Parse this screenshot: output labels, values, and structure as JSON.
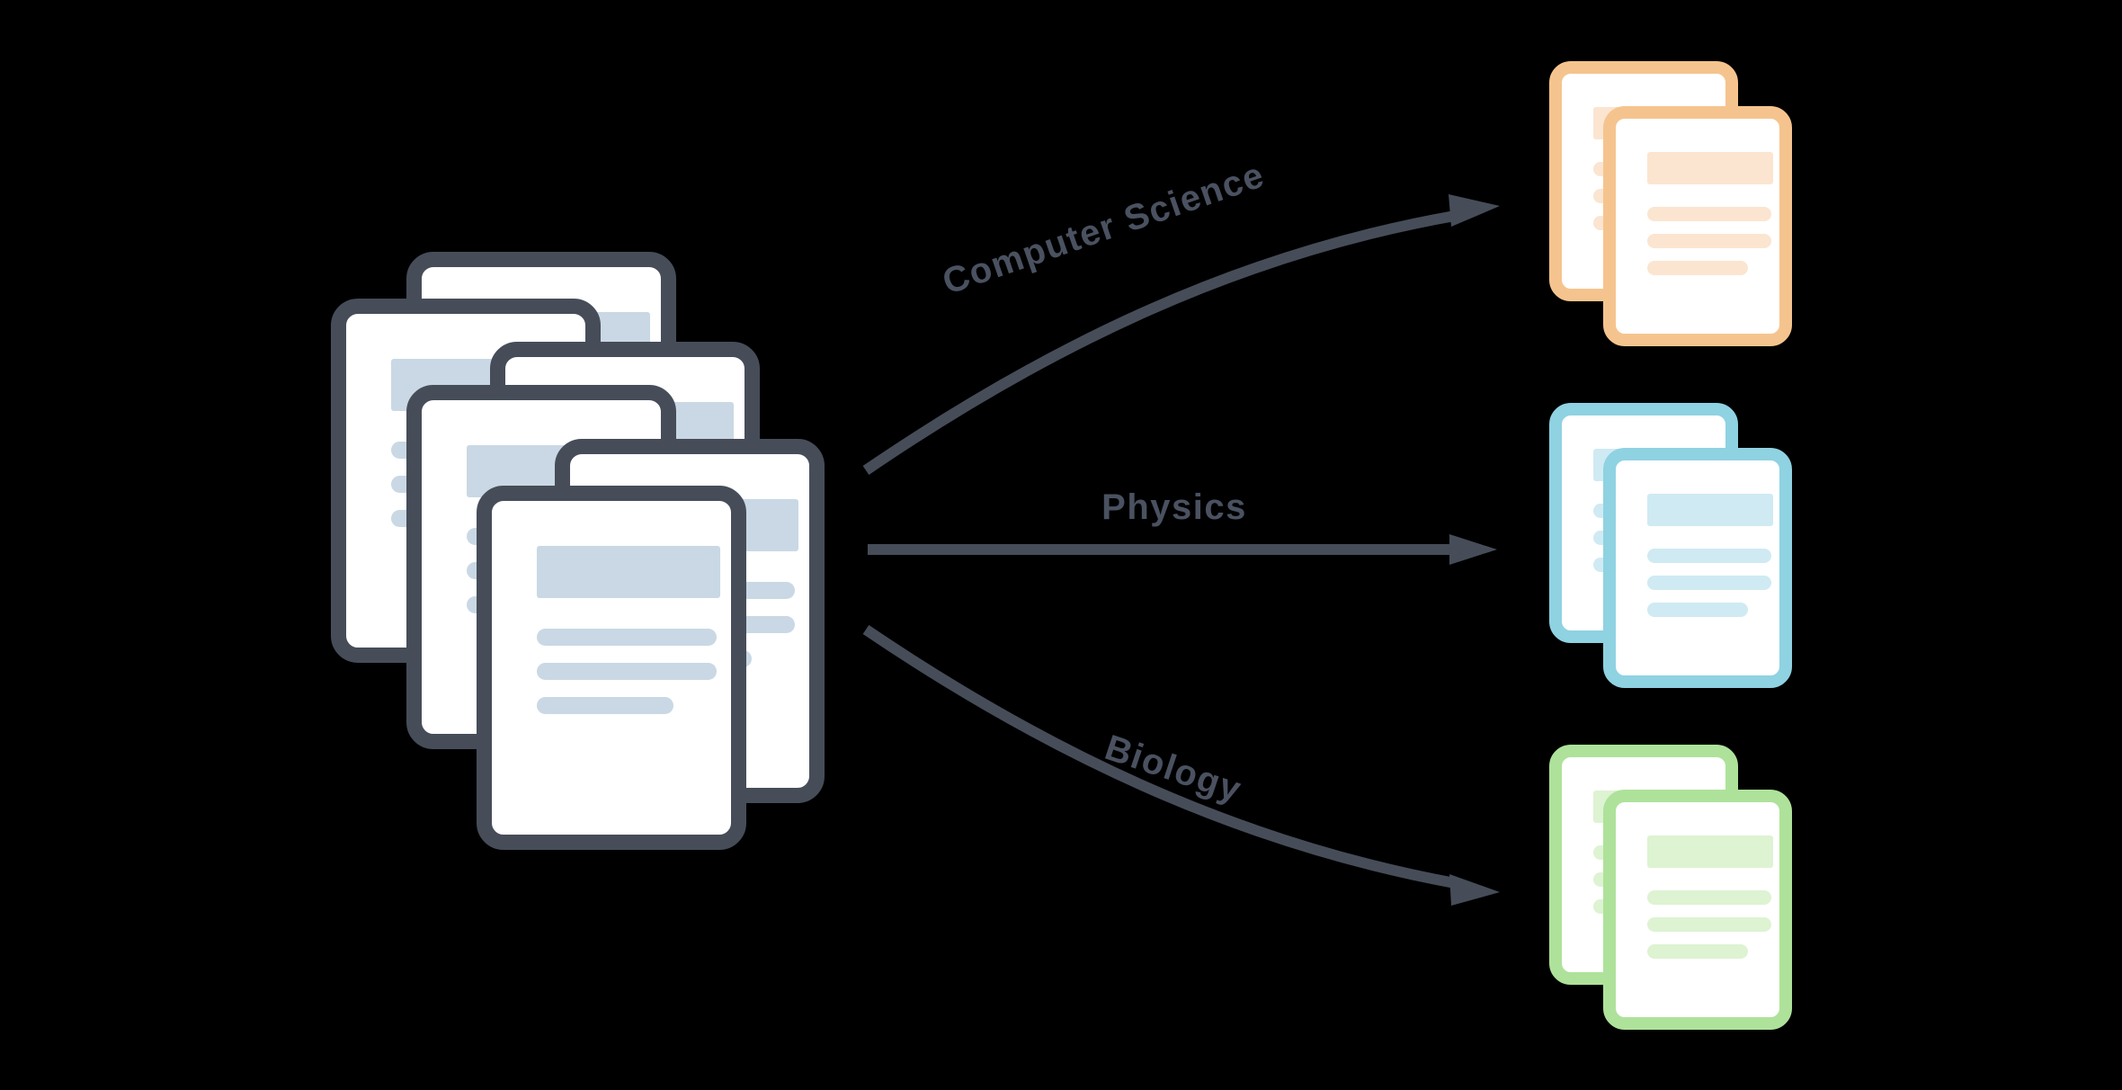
{
  "diagram": {
    "background_color": "#000000",
    "arrow_color": "#464D59",
    "label_color": "#4A5160",
    "source": {
      "icon": "document-stack-icon",
      "document_count": 6,
      "border_color": "#464D59",
      "content_color": "#C9D8E4",
      "fill_color": "#FFFFFF"
    },
    "branches": [
      {
        "label": "Computer Science",
        "arrow_shape": "curve-up",
        "icon": "document-pair-icon",
        "document_count": 2,
        "border_color": "#F5C48E",
        "content_color": "#FBE5D0",
        "fill_color": "#FFFFFF"
      },
      {
        "label": "Physics",
        "arrow_shape": "straight",
        "icon": "document-pair-icon",
        "document_count": 2,
        "border_color": "#8FD2E2",
        "content_color": "#CFEAF3",
        "fill_color": "#FFFFFF"
      },
      {
        "label": "Biology",
        "arrow_shape": "curve-down",
        "icon": "document-pair-icon",
        "document_count": 2,
        "border_color": "#AEE29A",
        "content_color": "#DDF3D2",
        "fill_color": "#FFFFFF"
      }
    ]
  }
}
